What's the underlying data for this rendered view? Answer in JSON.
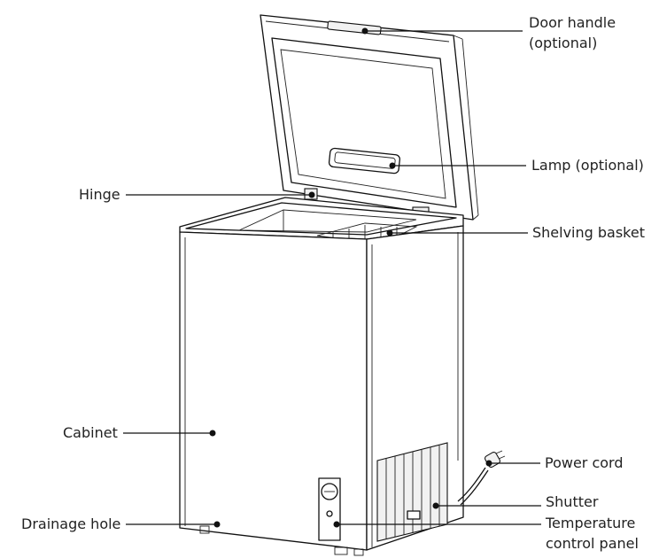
{
  "labels": {
    "door_handle_line1": "Door handle",
    "door_handle_line2": "(optional)",
    "lamp": "Lamp (optional)",
    "hinge": "Hinge",
    "shelving_basket": "Shelving basket",
    "cabinet": "Cabinet",
    "power_cord": "Power cord",
    "shutter": "Shutter",
    "temperature_line1": "Temperature",
    "temperature_line2": "control panel",
    "drainage_hole": "Drainage hole"
  },
  "colors": {
    "line": "#111111",
    "text": "#222222",
    "background": "#ffffff"
  }
}
